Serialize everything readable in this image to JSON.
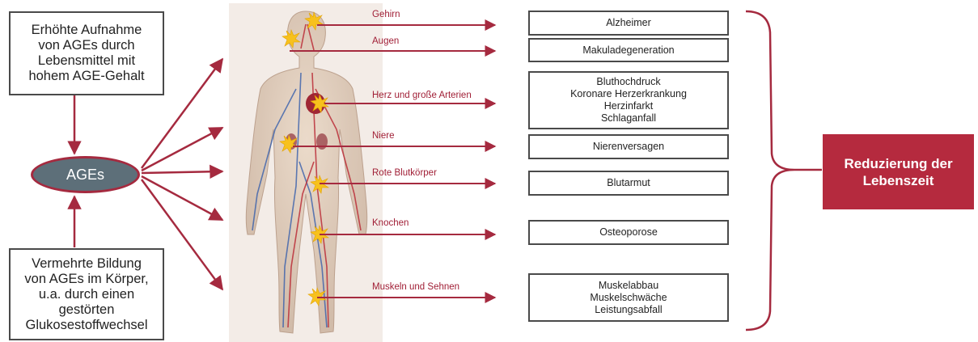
{
  "sources": {
    "intake": "Erhöhte Aufnahme\nvon AGEs durch\nLebensmittel mit\nhohem AGE-Gehalt",
    "formation": "Vermehrte Bildung\nvon AGEs im Körper,\nu.a. durch einen\ngestörten\nGlukosestoffwechsel"
  },
  "center": {
    "label": "AGEs"
  },
  "organs": [
    {
      "label": "Gehirn",
      "diseases": [
        "Alzheimer"
      ]
    },
    {
      "label": "Augen",
      "diseases": [
        "Makuladegeneration"
      ]
    },
    {
      "label": "Herz und große Arterien",
      "diseases": [
        "Bluthochdruck",
        "Koronare Herzerkrankung",
        "Herzinfarkt",
        "Schlaganfall"
      ]
    },
    {
      "label": "Niere",
      "diseases": [
        "Nierenversagen"
      ]
    },
    {
      "label": "Rote Blutkörper",
      "diseases": [
        "Blutarmut"
      ]
    },
    {
      "label": "Knochen",
      "diseases": [
        "Osteoporose"
      ]
    },
    {
      "label": "Muskeln und Sehnen",
      "diseases": [
        "Muskelabbau",
        "Muskelschwäche",
        "Leistungsabfall"
      ]
    }
  ],
  "result": {
    "label": "Reduzierung der\nLebenszeit"
  },
  "colors": {
    "arrow": "#a52a3f",
    "ellipse_fill": "#5d6f79",
    "result_fill": "#b52a3e",
    "box_border": "#4a4a4a",
    "burst": "#f7c11d"
  }
}
